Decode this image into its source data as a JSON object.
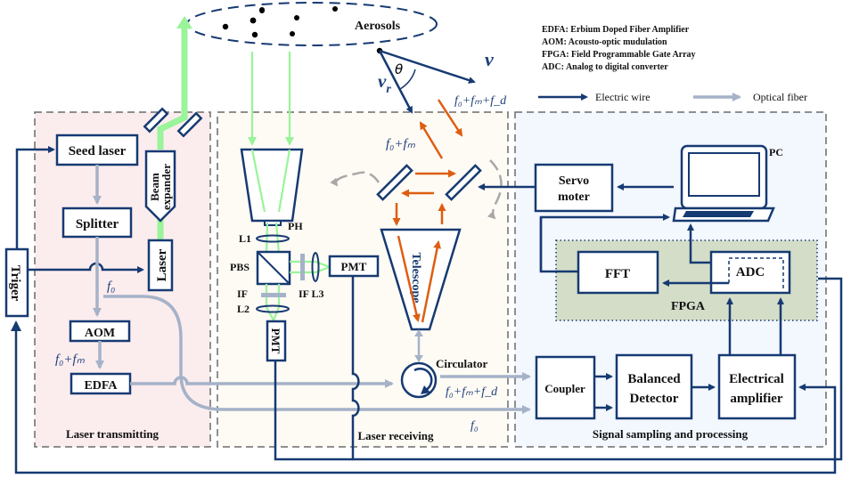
{
  "legend_text": {
    "abbreviations": [
      "EDFA: Erbium Doped Fiber Amplifier",
      "AOM: Acousto-optic mudulation",
      "FPGA: Field Programmable Gate Array",
      "ADC: Analog to digital converter"
    ],
    "electric_wire": "Electric wire",
    "optical_fiber": "Optical fiber"
  },
  "colors": {
    "electric_wire": "#163a72",
    "optical_fiber": "#a5b2c8",
    "laser_beam": "#99f49a",
    "backscatter": "#dd5e12",
    "panel_transmit": "#fbecee",
    "panel_receive": "#fefbf4",
    "panel_signal": "#f3f7fe",
    "fpga_bg": "#d4ddc8"
  },
  "atmosphere": {
    "label": "Aerosols",
    "velocity": "v",
    "radial_velocity": "v",
    "radial_sub": "r",
    "angle": "θ",
    "freq_return": "f₀+fₘ+f_d"
  },
  "sections": {
    "transmit": "Laser transmitting",
    "receive": "Laser receiving",
    "signal": "Signal sampling and processing"
  },
  "transmit": {
    "trigger": "Triger",
    "seed_laser": "Seed laser",
    "splitter": "Splitter",
    "laser": "Laser",
    "beam_expander_1": "Beam",
    "beam_expander_2": "expander",
    "aom": "AOM",
    "edfa": "EDFA",
    "f0": "f₀",
    "f0_fm": "f₀+fₘ"
  },
  "receive": {
    "ph": "PH",
    "l1": "L1",
    "pbs": "PBS",
    "if_left": "IF",
    "l2": "L2",
    "if_l3": "IF L3",
    "pmt_right": "PMT",
    "pmt_bottom": "PMT",
    "telescope": "Telescope",
    "f0_fm": "f₀+fₘ",
    "circulator": "Circulator",
    "circ_freq": "f₀+fₘ+f_d",
    "f0": "f₀"
  },
  "signal": {
    "servo_1": "Servo",
    "servo_2": "moter",
    "pc": "PC",
    "fft": "FFT",
    "adc": "ADC",
    "fpga": "FPGA",
    "coupler": "Coupler",
    "balanced_1": "Balanced",
    "balanced_2": "Detector",
    "amp_1": "Electrical",
    "amp_2": "amplifier"
  }
}
